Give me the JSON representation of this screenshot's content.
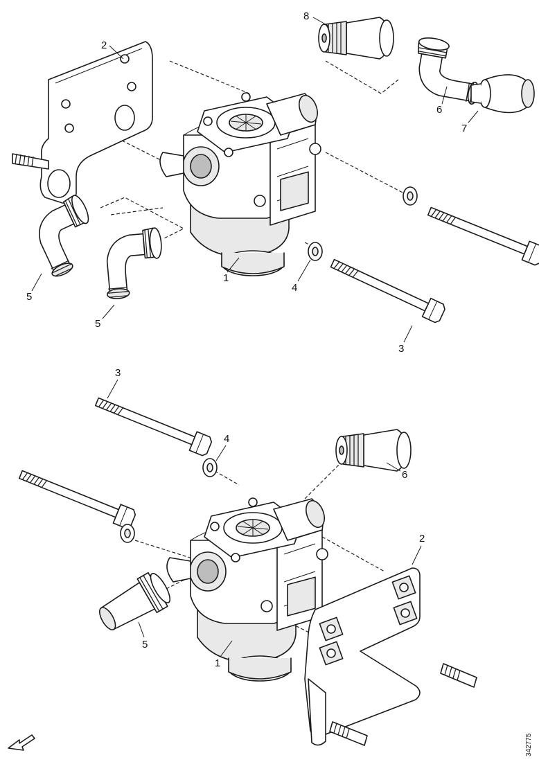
{
  "diagram": {
    "reference_number": "342775"
  },
  "top_assembly": {
    "callouts": [
      {
        "id": "t-label-1",
        "text": "1"
      },
      {
        "id": "t-label-2",
        "text": "2"
      },
      {
        "id": "t-label-3",
        "text": "3"
      },
      {
        "id": "t-label-4",
        "text": "4"
      },
      {
        "id": "t-label-5a",
        "text": "5"
      },
      {
        "id": "t-label-5b",
        "text": "5"
      },
      {
        "id": "t-label-6",
        "text": "6"
      },
      {
        "id": "t-label-7",
        "text": "7"
      },
      {
        "id": "t-label-8",
        "text": "8"
      }
    ]
  },
  "bottom_assembly": {
    "callouts": [
      {
        "id": "b-label-1",
        "text": "1"
      },
      {
        "id": "b-label-2",
        "text": "2"
      },
      {
        "id": "b-label-3",
        "text": "3"
      },
      {
        "id": "b-label-4",
        "text": "4"
      },
      {
        "id": "b-label-5",
        "text": "5"
      },
      {
        "id": "b-label-6",
        "text": "6"
      }
    ]
  },
  "icons": {
    "direction_arrow": "forward-direction-arrow-icon"
  }
}
